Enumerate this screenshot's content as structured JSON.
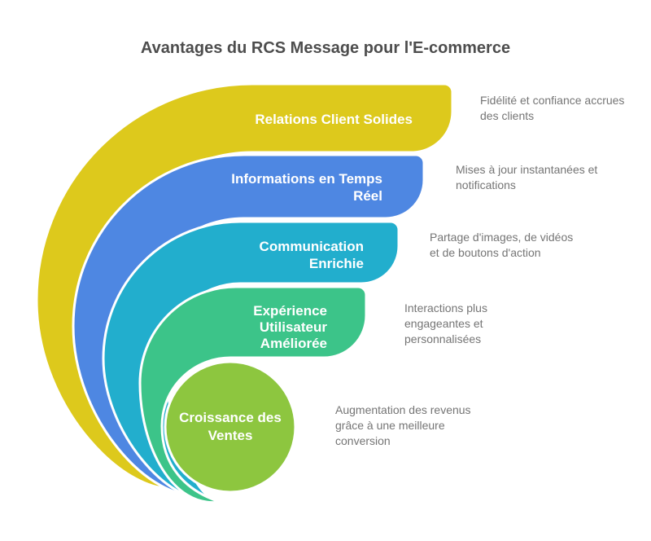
{
  "title": "Avantages du RCS Message pour l'E-commerce",
  "colors": {
    "background": "#ffffff",
    "title_text": "#4d4d4d",
    "label_text": "#ffffff",
    "note_text": "#757575",
    "separator": "#ffffff"
  },
  "items": [
    {
      "id": "relations-client-solides",
      "color": "#ddc91c",
      "label_lines": [
        "Relations Client Solides"
      ],
      "note_lines": [
        "Fidélité et confiance accrues",
        "des clients"
      ]
    },
    {
      "id": "informations-en-temps-reel",
      "color": "#4e87e2",
      "label_lines": [
        "Informations en Temps",
        "Réel"
      ],
      "note_lines": [
        "Mises à jour instantanées et",
        "notifications"
      ]
    },
    {
      "id": "communication-enrichie",
      "color": "#22aecd",
      "label_lines": [
        "Communication",
        "Enrichie"
      ],
      "note_lines": [
        "Partage d'images, de vidéos",
        "et de boutons d'action"
      ]
    },
    {
      "id": "experience-utilisateur-amelioree",
      "color": "#3cc489",
      "label_lines": [
        "Expérience",
        "Utilisateur",
        "Améliorée"
      ],
      "note_lines": [
        "Interactions plus",
        "engageantes et",
        "personnalisées"
      ]
    },
    {
      "id": "croissance-des-ventes",
      "color": "#8dc63f",
      "label_lines": [
        "Croissance des",
        "Ventes"
      ],
      "note_lines": [
        "Augmentation des revenus",
        "grâce à une meilleure",
        "conversion"
      ]
    }
  ]
}
